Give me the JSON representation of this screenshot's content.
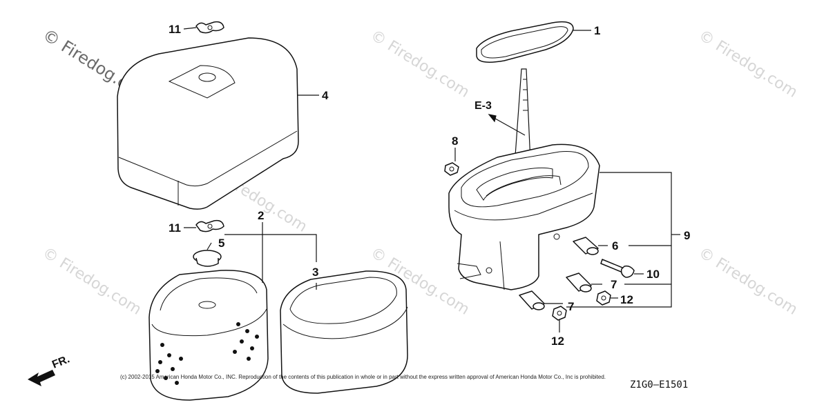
{
  "watermarks": [
    "© Firedog.com",
    "© Firedog.com",
    "© Firedog.com",
    "© Firedog.com",
    "© Firedog.com",
    "© Firedog.com",
    "© Firedog.com"
  ],
  "callouts": {
    "c1": "1",
    "c2": "2",
    "c3": "3",
    "c4": "4",
    "c5": "5",
    "c6": "6",
    "c7a": "7",
    "c7b": "7",
    "c8": "8",
    "c9": "9",
    "c10": "10",
    "c11a": "11",
    "c11b": "11",
    "c12a": "12",
    "c12b": "12"
  },
  "reference_label": "E-3",
  "front_indicator": "FR.",
  "copyright": "(c) 2002-2015 American Honda Motor Co., INC. Reproduction of the contents of this publication in whole or in part without the express written approval of American Honda Motor Co., Inc is prohibited.",
  "diagram_code": "Z1G0—E1501"
}
